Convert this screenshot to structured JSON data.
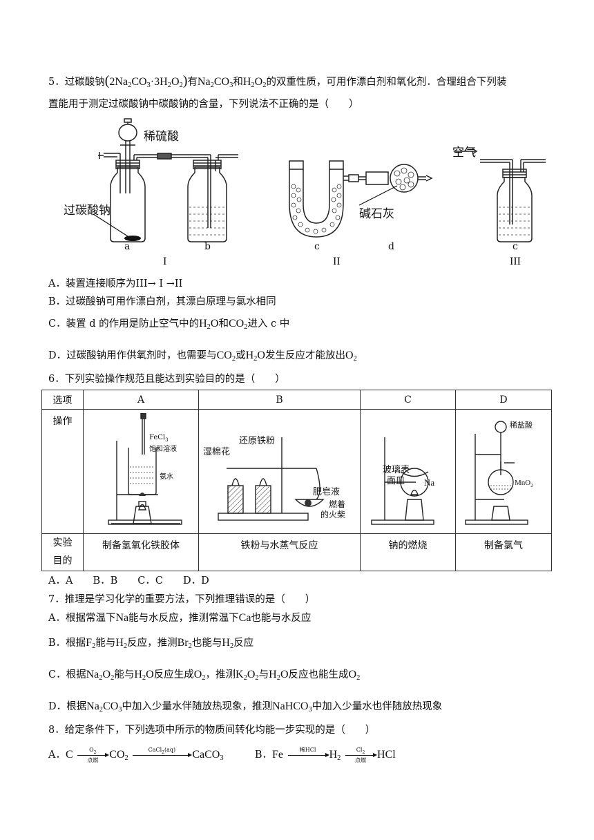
{
  "q5": {
    "stem_a": "5．过碳酸钠",
    "formula_pre": "2Na",
    "formula_mid": "CO",
    "formula_dot": "·3H",
    "formula_o": "O",
    "stem_b": "有",
    "na2co3_a": "Na",
    "na2co3_b": "CO",
    "and": "和",
    "h2o2_a": "H",
    "h2o2_b": "O",
    "stem_c": "的双重性质，可用作漂白剂和氧化剂．合理组合下列装",
    "stem_line2": "置能用于测定过碳酸钠中碳酸钠的含量，下列说法不正确的是（　　）",
    "sub2": "2",
    "sub3": "3",
    "figure_labels": {
      "acid": "稀硫酸",
      "sample": "过碳酸钠",
      "a": "a",
      "b": "b",
      "I": "I",
      "c1": "c",
      "d": "d",
      "soda_lime": "碱石灰",
      "II": "II",
      "air": "空气",
      "c2": "c",
      "III": "III"
    },
    "optA": "A．装置连接顺序为III→ I →II",
    "optB": "B．过碳酸钠可用作漂白剂，其漂白原理与氯水相同",
    "optC_a": "C．装置 d 的作用是防止空气中的",
    "optC_b": "和",
    "optC_c": "进入 c 中",
    "optD_a": "D．过碳酸钠用作供氧剂时，也需要与",
    "optD_b": "或",
    "optD_c": "发生反应才能放出",
    "H": "H",
    "O": "O",
    "CO": "CO"
  },
  "q6": {
    "stem": "6．下列实验操作规范且能达到实验目的的是（　　）",
    "header": [
      "选项",
      "A",
      "B",
      "C",
      "D"
    ],
    "op_label": "操作",
    "purpose_label_1": "实验",
    "purpose_label_2": "目的",
    "purposes": [
      "制备氢氧化铁胶体",
      "铁粉与水蒸气反应",
      "钠的燃烧",
      "制备氯气"
    ],
    "figA": {
      "fecl3": "FeCl",
      "fecl3_sub": "3",
      "sat": "饱和溶液",
      "ammonia": "氨水"
    },
    "figB": {
      "iron": "还原铁粉",
      "cotton": "湿棉花",
      "soap": "肥皂液",
      "match1": "燃着",
      "match2": "的火柴"
    },
    "figC": {
      "glass1": "玻璃表",
      "glass2": "面皿",
      "na": "Na"
    },
    "figD": {
      "hcl": "稀盐酸",
      "mno2": "MnO",
      "mno2_sub": "2"
    },
    "answer": "A．A　　B．B　　C．C　　D．D"
  },
  "q7": {
    "stem": "7．推理是学习化学的重要方法，下列推理错误的是（　　）",
    "optA_a": "A．根据常温下",
    "na": "Na",
    "optA_b": "能与水反应，推测常温下",
    "ca": "Ca",
    "optA_c": "也能与水反应",
    "optB_a": "B．根据",
    "F": "F",
    "optB_b": "能与",
    "optB_c": "反应，推测",
    "Br": "Br",
    "optB_d": "也能与",
    "optB_e": "反应",
    "optC_a": "C．根据",
    "optC_b": "能与",
    "optC_c": "反应生成",
    "optC_d": "，推测",
    "K": "K",
    "optC_e": "与",
    "optC_f": "反应也能生成",
    "optD_a": "D．根据",
    "optD_b": "中加入少量水伴随放热现象，推测",
    "nahco3": "NaHCO",
    "optD_c": "中加入少量水也伴随放热现象"
  },
  "q8": {
    "stem": "8．给定条件下，下列选项中所示的物质间转化均能一步实现的是（　　）",
    "A": "A．",
    "C": "C",
    "o2": "O",
    "ignite": "点燃",
    "co2": "CO",
    "cacl2": "CaCl",
    "aq": "(aq)",
    "caco3": "CaCO",
    "B": "B．",
    "fe": "Fe",
    "dil_hcl": "稀HCl",
    "h2": "H",
    "cl2": "Cl",
    "hcl": "HCl"
  }
}
